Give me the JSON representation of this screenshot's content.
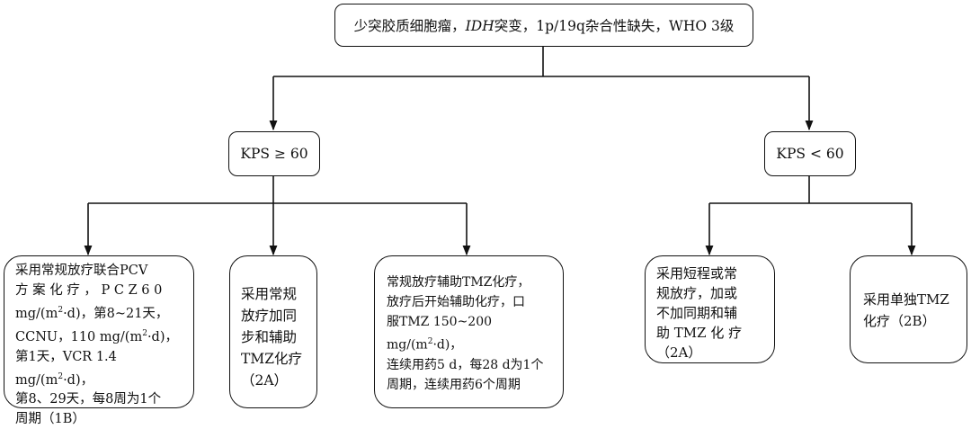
{
  "root": {
    "part1": "少突胶质细胞瘤，",
    "part2": "IDH",
    "part3": "突变，1p/19q杂合性缺失，WHO 3级"
  },
  "branches": {
    "left": "KPS ≥ 60",
    "right": "KPS < 60"
  },
  "leaves": {
    "pcv": {
      "line1": "采用常规放疗联合PCV",
      "line2": "方 案 化 疗 ， P C Z 6 0",
      "line3a": "mg/(m",
      "line3sup": "2",
      "line3b": "·d)，第8~21天，",
      "line4a": "CCNU，110 mg/(m",
      "line4sup": "2",
      "line4b": "·d)，",
      "line5a": "第1天，VCR 1.4 mg/(m",
      "line5sup": "2",
      "line5b": "·d)，",
      "line6": "第8、29天，每8周为1个",
      "line7": "周期（1B）"
    },
    "concurrent": {
      "line1": "采用常规",
      "line2": "放疗加同",
      "line3": "步和辅助",
      "line4": "TMZ化疗",
      "line5": "（2A）"
    },
    "adjuvant": {
      "line1": "常规放疗辅助TMZ化疗，",
      "line2": "放疗后开始辅助化疗，口",
      "line3a": "服TMZ 150~200 mg/(m",
      "line3sup": "2",
      "line3b": "·d)，",
      "line4": "连续用药5 d，每28 d为1个",
      "line5": "周期，连续用药6个周期"
    },
    "short": {
      "line1": "采用短程或常",
      "line2": "规放疗，加或",
      "line3": "不加同期和辅",
      "line4": "助 TMZ 化 疗",
      "line5": "（2A）"
    },
    "tmz_only": {
      "line1": "采用单独TMZ",
      "line2": "化疗（2B）"
    }
  }
}
